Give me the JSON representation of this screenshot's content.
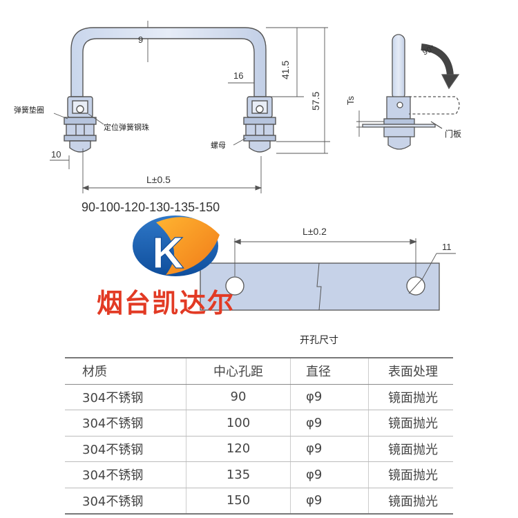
{
  "drawing": {
    "dim_top_thickness": "9",
    "dim_height_1": "41.5",
    "dim_height_2": "57.5",
    "dim_16": "16",
    "dim_10": "10",
    "dim_length": "L±0.5",
    "label_spring_washer": "弹簧垫圈",
    "label_ball": "定位弹簧钢珠",
    "label_nut": "螺母",
    "sizes": "90-100-120-130-135-150",
    "side_ts": "Ts",
    "side_angle": "90°",
    "side_door": "门板"
  },
  "cutout": {
    "dim_length": "L±0.2",
    "dim_hole": "11",
    "caption": "开孔尺寸"
  },
  "brand": {
    "logo_letter": "K",
    "name": "烟台凯达尔",
    "color": "#e23a24"
  },
  "table": {
    "headers": [
      "材质",
      "中心孔距",
      "直径",
      "表面处理"
    ],
    "rows": [
      [
        "304不锈钢",
        "90",
        "φ9",
        "镜面抛光"
      ],
      [
        "304不锈钢",
        "100",
        "φ9",
        "镜面抛光"
      ],
      [
        "304不锈钢",
        "120",
        "φ9",
        "镜面抛光"
      ],
      [
        "304不锈钢",
        "135",
        "φ9",
        "镜面抛光"
      ],
      [
        "304不锈钢",
        "150",
        "φ9",
        "镜面抛光"
      ]
    ]
  }
}
